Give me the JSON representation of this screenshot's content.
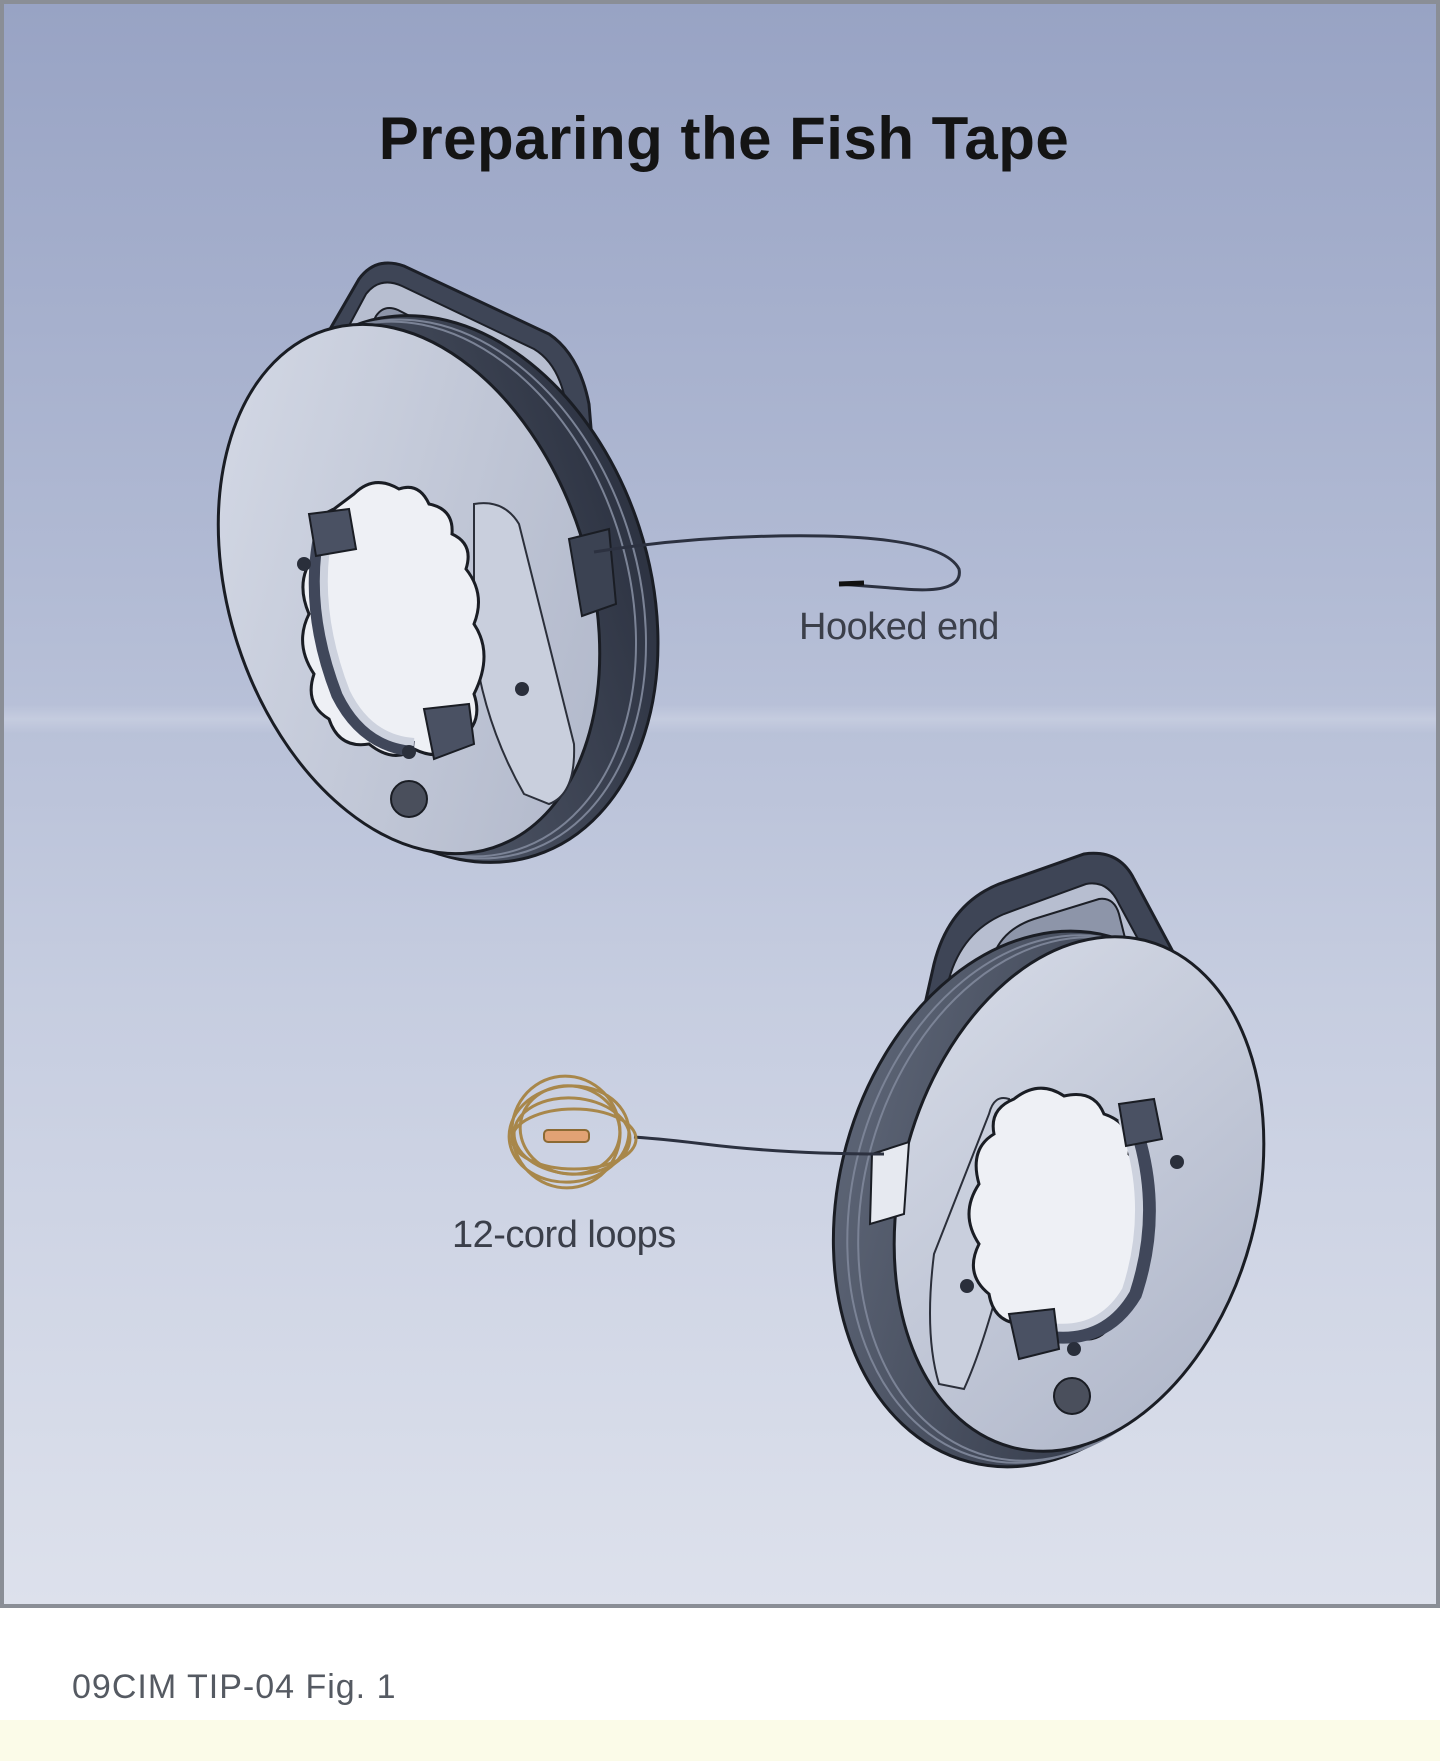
{
  "figure": {
    "title": "Preparing the Fish Tape",
    "labels": {
      "hooked_end": "Hooked end",
      "cord_loops": "12-cord loops"
    },
    "caption": "09CIM TIP-04 Fig. 1"
  },
  "colors": {
    "background_top": "#98a3c4",
    "background_bottom": "#dde1ec",
    "reel_face": "#c2c8d8",
    "reel_dark": "#3a4152",
    "cord": "#a8874a",
    "cord_highlight": "#e0a070"
  }
}
